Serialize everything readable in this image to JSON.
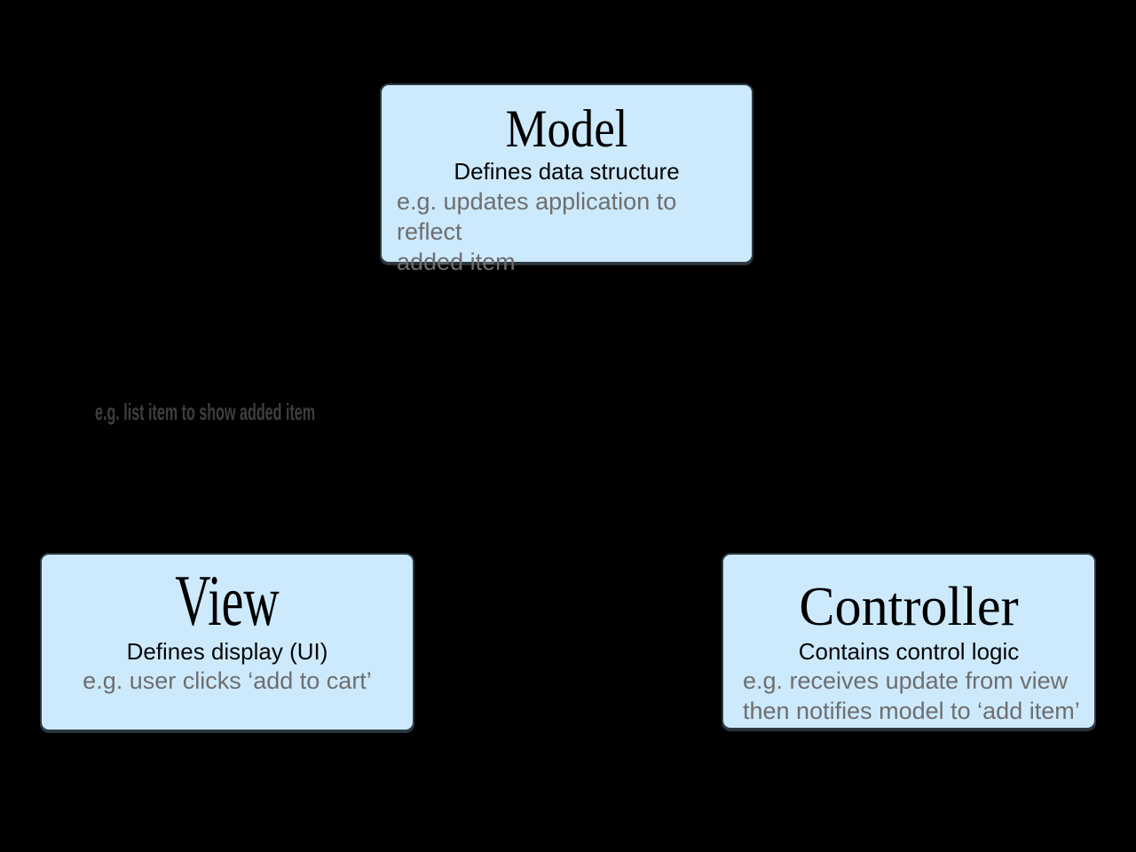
{
  "background_color": "#000000",
  "box_fill_color": "#cdeafd",
  "title_text_color": "#000000",
  "note_text_color": "#6e6e6e",
  "floating_label_color": "#3e3e3e",
  "boxes": {
    "model": {
      "title": "Model",
      "subtitle": "Defines data structure",
      "note_line1": "e.g. updates application to reflect",
      "note_line2": "added item"
    },
    "view": {
      "title": "View",
      "subtitle": "Defines display (UI)",
      "note_line1": "e.g. user clicks ‘add to cart’"
    },
    "controller": {
      "title": "Controller",
      "subtitle": "Contains control logic",
      "note_line1": "e.g. receives update from view",
      "note_line2": "then notifies model to ‘add item’"
    }
  },
  "floating_label": {
    "text": "e.g. list item to show added item"
  }
}
